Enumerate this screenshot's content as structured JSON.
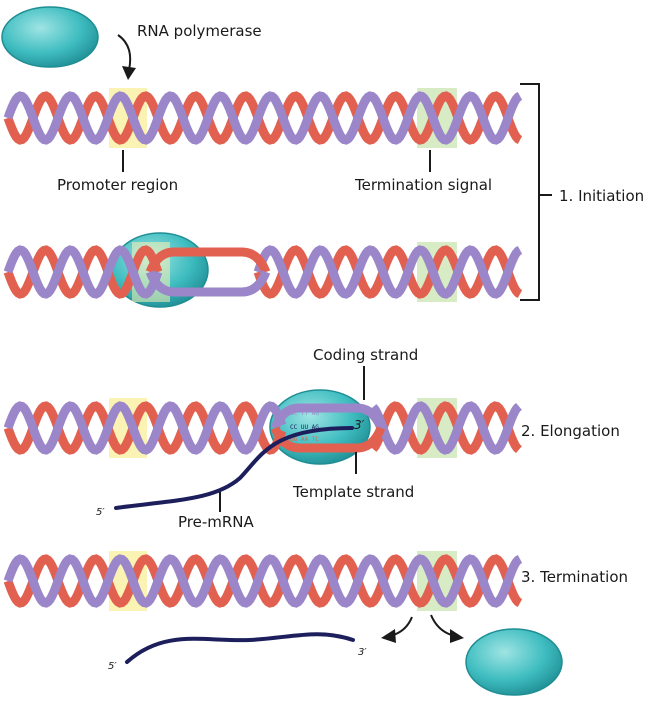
{
  "labels": {
    "rna_polymerase": "RNA polymerase",
    "promoter_region": "Promoter region",
    "termination_signal": "Termination signal",
    "initiation": "1. Initiation",
    "coding_strand": "Coding strand",
    "elongation": "2. Elongation",
    "template_strand": "Template strand",
    "pre_mrna": "Pre-mRNA",
    "termination": "3. Termination",
    "five_prime": "5′",
    "three_prime": "3′"
  },
  "bubble_bases": {
    "coding": "CC  TT  AG",
    "rna": "CC  UU  AG",
    "template": "GG  AA  TC"
  },
  "colors": {
    "strand_red": "#e2604f",
    "strand_purple": "#9a86c8",
    "polymerase": "#3fbdc0",
    "promoter_highlight": "#fbf3b4",
    "termination_highlight": "#d7ebc5",
    "mrna": "#1c1f5c",
    "base_coding": "#9a86c8",
    "base_rna": "#1c1f5c",
    "base_template": "#e2604f"
  }
}
